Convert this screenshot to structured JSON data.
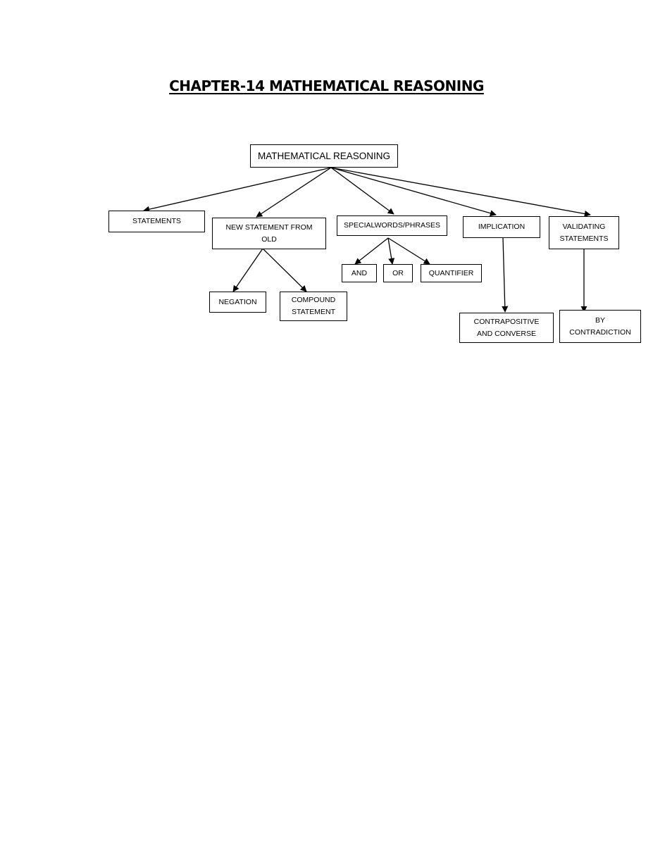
{
  "title": "CHAPTER-14 MATHEMATICAL REASONING",
  "root": "MATHEMATICAL REASONING",
  "branches": {
    "statements": "STATEMENTS",
    "new_statement": "NEW STATEMENT FROM OLD",
    "special_words": "SPECIALWORDS/PHRASES",
    "implication": "IMPLICATION",
    "validating": "VALIDATING STATEMENTS"
  },
  "leaves": {
    "negation": "NEGATION",
    "compound": "COMPOUND STATEMENT",
    "and": "AND",
    "or": "OR",
    "quantifier": "QUANTIFIER",
    "contrapositive": "CONTRAPOSITIVE AND CONVERSE",
    "by_contradiction": "BY CONTRADICTION"
  }
}
